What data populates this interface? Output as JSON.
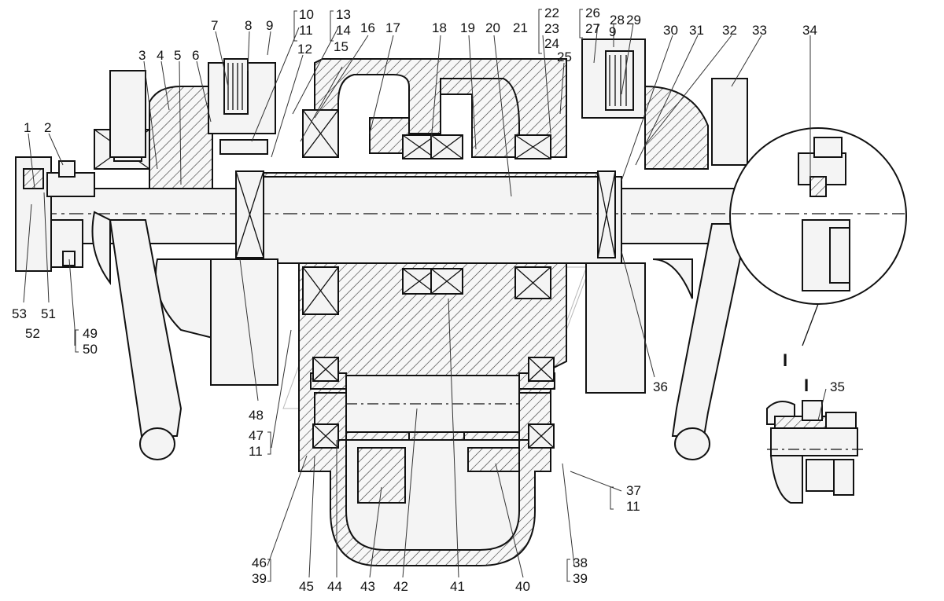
{
  "diagram": {
    "labels": {
      "l1": "1",
      "l2": "2",
      "l3": "3",
      "l4": "4",
      "l5": "5",
      "l6": "6",
      "l7": "7",
      "l8": "8",
      "l9a": "9",
      "l10": "10",
      "l11a": "11",
      "l12": "12",
      "l13": "13",
      "l14": "14",
      "l15": "15",
      "l16": "16",
      "l17": "17",
      "l18": "18",
      "l19": "19",
      "l20": "20",
      "l21": "21",
      "l22": "22",
      "l23": "23",
      "l24": "24",
      "l25": "25",
      "l26": "26",
      "l27": "27",
      "l28": "28",
      "l9b": "9",
      "l29": "29",
      "l30": "30",
      "l31": "31",
      "l32": "32",
      "l33": "33",
      "l34": "34",
      "l53": "53",
      "l51": "51",
      "l52": "52",
      "l49": "49",
      "l50": "50",
      "l48": "48",
      "l47": "47",
      "l11b": "11",
      "l36": "36",
      "l35": "35",
      "l37": "37",
      "l11c": "11",
      "l46": "46",
      "l39a": "39",
      "l45": "45",
      "l44": "44",
      "l43": "43",
      "l42": "42",
      "l41": "41",
      "l40": "40",
      "l38": "38",
      "l39b": "39",
      "detailA": "I",
      "detailB": "I"
    }
  }
}
